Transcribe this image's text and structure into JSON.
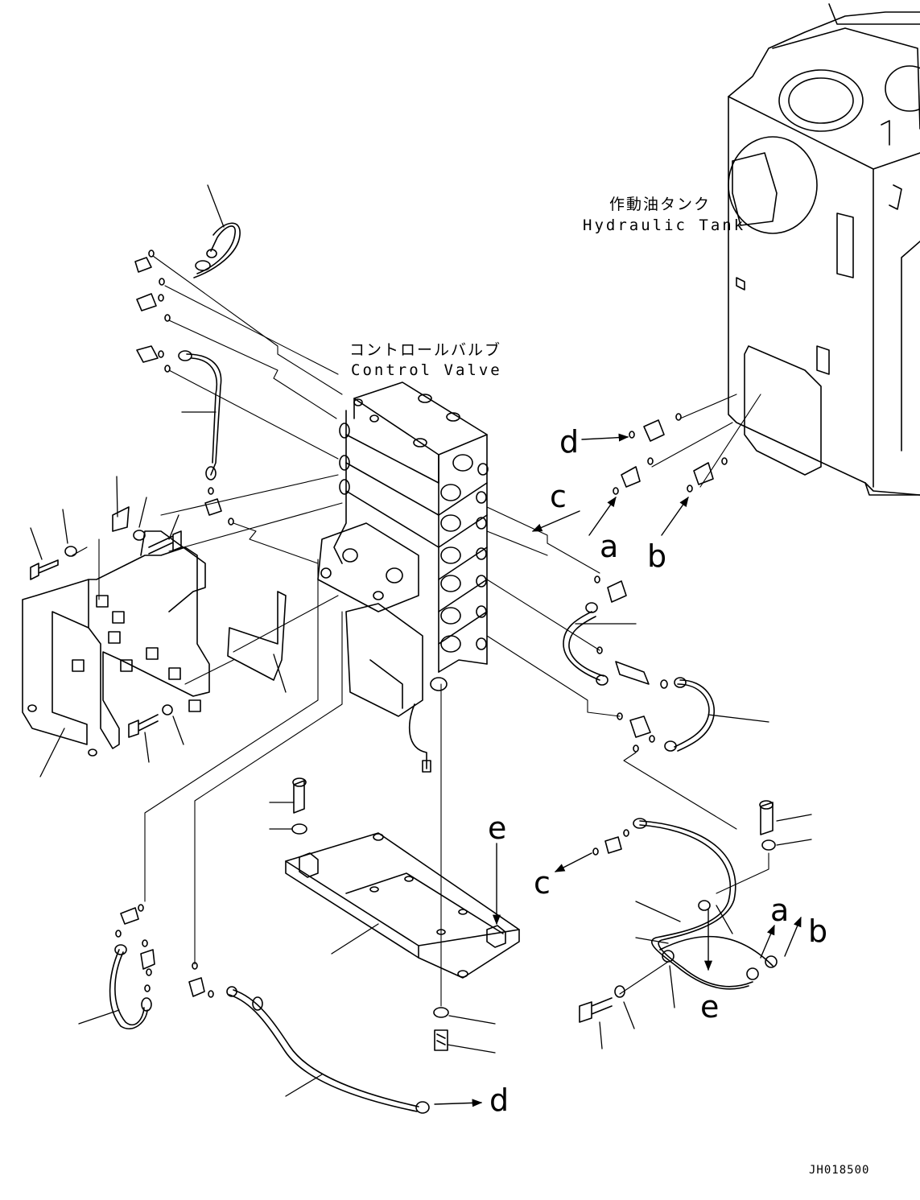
{
  "labels": {
    "control_valve_jp": "コントロールバルブ",
    "control_valve_en": "Control Valve",
    "hydraulic_tank_jp": "作動油タンク",
    "hydraulic_tank_en": "Hydraulic Tank",
    "drawing_code": "JH018500"
  },
  "connection_markers": {
    "a": "a",
    "b": "b",
    "c": "c",
    "d": "d",
    "e": "e"
  },
  "colors": {
    "ink": "#000000",
    "paper": "#ffffff"
  }
}
